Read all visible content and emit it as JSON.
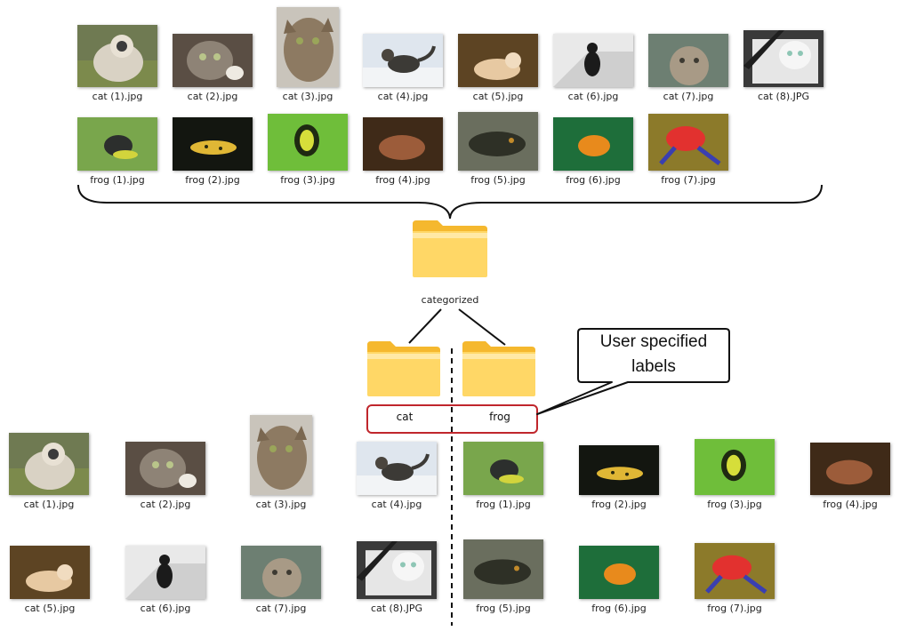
{
  "source_files": {
    "cats": [
      "cat (1).jpg",
      "cat (2).jpg",
      "cat (3).jpg",
      "cat (4).jpg",
      "cat (5).jpg",
      "cat (6).jpg",
      "cat (7).jpg",
      "cat (8).JPG"
    ],
    "frogs": [
      "frog (1).jpg",
      "frog (2).jpg",
      "frog (3).jpg",
      "frog (4).jpg",
      "frog (5).jpg",
      "frog (6).jpg",
      "frog (7).jpg"
    ]
  },
  "folders": {
    "parent": "categorized",
    "cat": "cat",
    "frog": "frog"
  },
  "callout": {
    "line1": "User specified",
    "line2": "labels"
  },
  "sorted": {
    "cats": [
      "cat (1).jpg",
      "cat (2).jpg",
      "cat (3).jpg",
      "cat (4).jpg",
      "cat (5).jpg",
      "cat (6).jpg",
      "cat (7).jpg",
      "cat (8).JPG"
    ],
    "frogs": [
      "frog (1).jpg",
      "frog (2).jpg",
      "frog (3).jpg",
      "frog (4).jpg",
      "frog (5).jpg",
      "frog (6).jpg",
      "frog (7).jpg"
    ]
  },
  "colors": {
    "folder_light": "#FFE38A",
    "folder_dark": "#F5B82E",
    "label_border": "#C0262C",
    "brace": "#111111"
  }
}
